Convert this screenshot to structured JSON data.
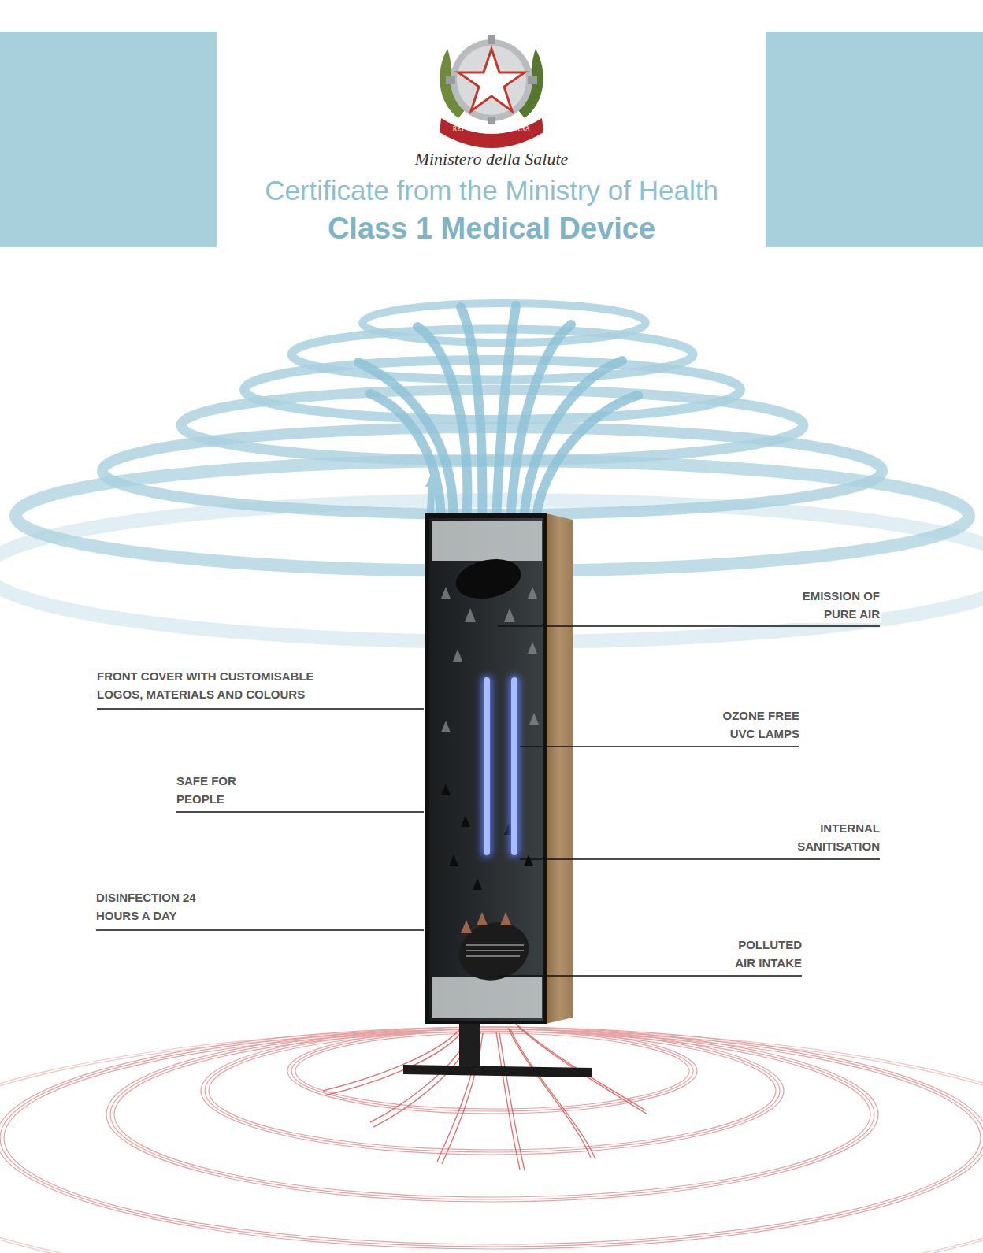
{
  "diagram": {
    "title": "Certificate from the Ministry of Health",
    "labels": [
      "REPVBBLICA ITALIANA",
      "Ministero della Salute",
      "Class 1 Medical Device",
      "EMISSION OF PURE AIR",
      "FRONT COVER WITH CUSTOMISABLE LOGOS, MATERIALS AND COLOURS",
      "OZONE FREE UVC LAMPS",
      "SAFE FOR PEOPLE",
      "INTERNAL SANITISATION",
      "DISINFECTION 24 HOURS A DAY",
      "POLLUTED AIR INTAKE"
    ]
  }
}
